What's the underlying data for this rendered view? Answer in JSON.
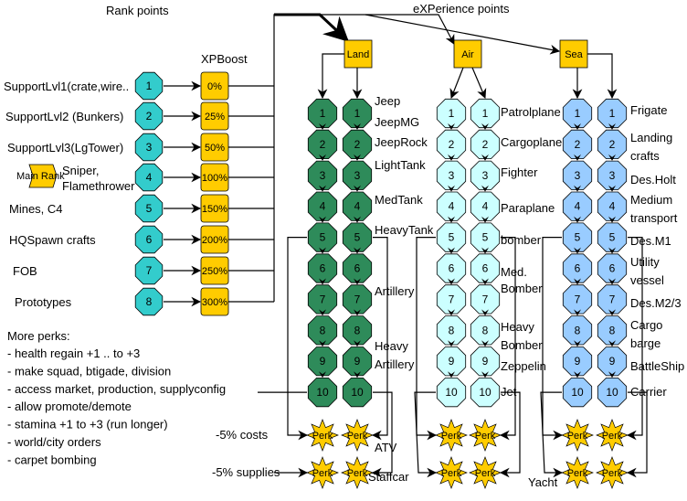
{
  "titles": {
    "rank_points": "Rank points",
    "experience_points": "eXPerience points",
    "xpboost": "XPBoost"
  },
  "main_rank": {
    "label": "Main Rank",
    "color": "#ffcc00"
  },
  "colors": {
    "rank_node": "#33cccc",
    "boost_box": "#ffcc00",
    "land_node": "#2e8b5a",
    "air_node": "#ccffff",
    "sea_node": "#99ccff",
    "category_box": "#ffcc00",
    "perk": "#ffcc00"
  },
  "rank_levels": [
    {
      "num": "1",
      "label": "SupportLvl1(crate,wire..",
      "boost": "0%"
    },
    {
      "num": "2",
      "label": "SupportLvl2 (Bunkers)",
      "boost": "25%"
    },
    {
      "num": "3",
      "label": "SupportLvl3(LgTower)",
      "boost": "50%"
    },
    {
      "num": "4",
      "label": "Sniper,",
      "label2": "Flamethrower",
      "boost": "100%"
    },
    {
      "num": "5",
      "label": "Mines, C4",
      "boost": "150%"
    },
    {
      "num": "6",
      "label": "HQSpawn crafts",
      "boost": "200%"
    },
    {
      "num": "7",
      "label": "FOB",
      "boost": "250%"
    },
    {
      "num": "8",
      "label": "Prototypes",
      "boost": "300%"
    }
  ],
  "more_perks": {
    "title": "More perks:",
    "items": [
      "- health regain +1 .. to +3",
      "- make squad, btigade, division",
      "- access market, production, supplyconfig",
      "- allow promote/demote",
      "- stamina +1 to +3 (run longer)",
      "- world/city orders",
      "- carpet bombing"
    ]
  },
  "categories": [
    {
      "name": "Land",
      "levels": [
        "1",
        "2",
        "3",
        "4",
        "5",
        "6",
        "7",
        "8",
        "9",
        "10"
      ],
      "unit_labels": [
        {
          "text": "Jeep"
        },
        {
          "text": "JeepMG"
        },
        {
          "text": "JeepRock"
        },
        {
          "text": "LightTank"
        },
        {
          "text": "MedTank"
        },
        {
          "text": "HeavyTank"
        },
        {
          "text": "Artillery"
        },
        {
          "text": "Heavy"
        },
        {
          "text": "Artillery"
        }
      ],
      "perk_side_labels": [
        "ATV",
        "Staffcar"
      ]
    },
    {
      "name": "Air",
      "levels": [
        "1",
        "2",
        "3",
        "4",
        "5",
        "6",
        "7",
        "8",
        "9",
        "10"
      ],
      "unit_labels": [
        {
          "text": "Patrolplane"
        },
        {
          "text": "Cargoplane"
        },
        {
          "text": "Fighter"
        },
        {
          "text": "Paraplane"
        },
        {
          "text": "bomber"
        },
        {
          "text": "Med."
        },
        {
          "text": "Bomber"
        },
        {
          "text": "Heavy"
        },
        {
          "text": "Bomber"
        },
        {
          "text": "Zeppelin"
        },
        {
          "text": "Jet"
        }
      ],
      "perk_side_labels": [
        "Yacht"
      ]
    },
    {
      "name": "Sea",
      "levels": [
        "1",
        "2",
        "3",
        "4",
        "5",
        "6",
        "7",
        "8",
        "9",
        "10"
      ],
      "unit_labels": [
        {
          "text": "Frigate"
        },
        {
          "text": "Landing"
        },
        {
          "text": "crafts"
        },
        {
          "text": "Des.Holt"
        },
        {
          "text": "Medium"
        },
        {
          "text": "transport"
        },
        {
          "text": "Des.M1"
        },
        {
          "text": "Utility"
        },
        {
          "text": "vessel"
        },
        {
          "text": "Des.M2/3"
        },
        {
          "text": "Cargo"
        },
        {
          "text": "barge"
        },
        {
          "text": "BattleShip"
        },
        {
          "text": "Carrier"
        }
      ],
      "perk_side_labels": []
    }
  ],
  "perk_rows": [
    {
      "label": "-5% costs"
    },
    {
      "label": "-5% supplies"
    }
  ],
  "perk_text": "Perk"
}
